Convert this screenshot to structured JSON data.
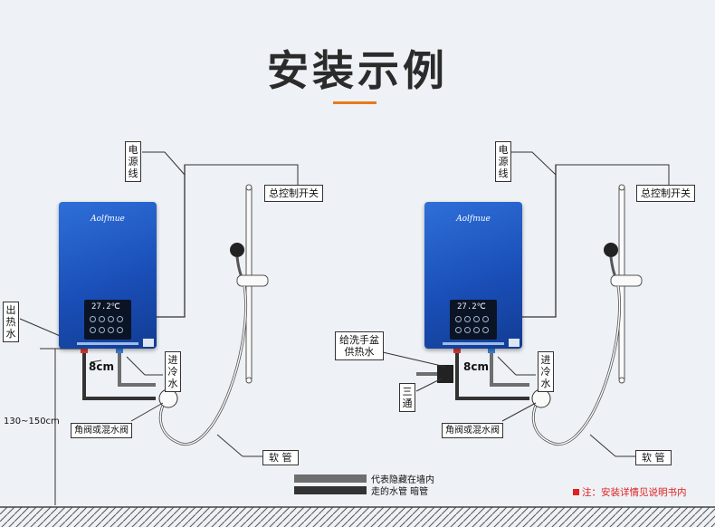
{
  "title": "安装示例",
  "colors": {
    "heater_blue": "#1a4fb8",
    "accent": "#e87a1e",
    "note_red": "#e02020",
    "hidden_pipe": "#6e6e6e",
    "exposed_pipe": "#333333"
  },
  "left_diagram": {
    "heater_brand": "Aolfmue",
    "display_temp": "27.2℃",
    "power_cord_label": "电源线",
    "main_switch_label": "总控制开关",
    "hot_out_label": "出热水",
    "cold_in_label": "进冷水",
    "spacing_label": "8cm",
    "valve_label": "角阀或混水阀",
    "hose_label": "软 管",
    "height_label": "130~150cm"
  },
  "right_diagram": {
    "heater_brand": "Aolfmue",
    "display_temp": "27.2℃",
    "power_cord_label": "电源线",
    "main_switch_label": "总控制开关",
    "basin_label": "给洗手盆供热水",
    "tee_label": "三通",
    "cold_in_label": "进冷水",
    "spacing_label": "8cm",
    "valve_label": "角阀或混水阀",
    "hose_label": "软 管"
  },
  "legend": {
    "hidden_pipe_label": "代表隐藏在墙内",
    "exposed_pipe_label": "走的水管 暗管"
  },
  "note": "注：安装详情见说明书内"
}
